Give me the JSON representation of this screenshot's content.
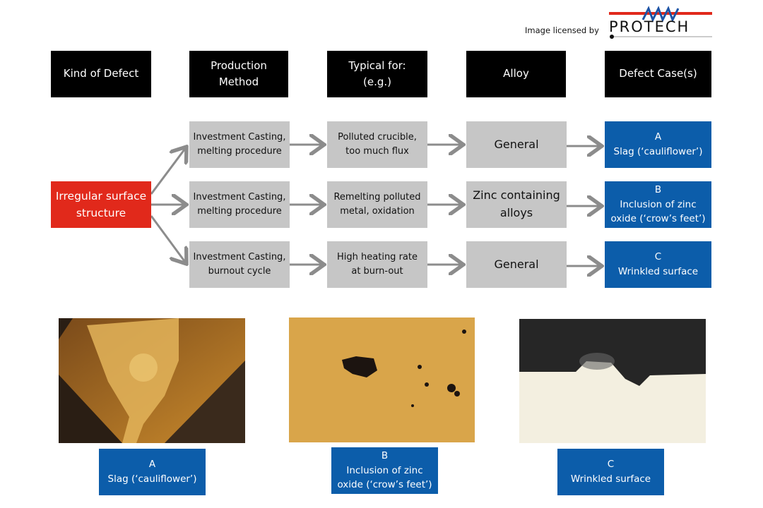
{
  "license": {
    "text": "Image licensed by",
    "logo": "PROTECH"
  },
  "headers": [
    "Kind of Defect",
    "Production\nMethod",
    "Typical for:\n(e.g.)",
    "Alloy",
    "Defect Case(s)"
  ],
  "defect": "Irregular surface structure",
  "rows": [
    {
      "method": "Investment Casting, melting procedure",
      "typical": "Polluted crucible, too much flux",
      "alloy": "General",
      "case_letter": "A",
      "case": "Slag (‘cauliflower’)"
    },
    {
      "method": "Investment Casting, melting procedure",
      "typical": "Remelting polluted metal, oxidation",
      "alloy": "Zinc containing alloys",
      "case_letter": "B",
      "case": "Inclusion of zinc oxide (‘crow’s feet’)"
    },
    {
      "method": "Investment Casting, burnout cycle",
      "typical": "High heating rate at burn-out",
      "alloy": "General",
      "case_letter": "C",
      "case": "Wrinkled surface"
    }
  ],
  "captions": [
    {
      "letter": "A",
      "text": "Slag (‘cauliflower’)"
    },
    {
      "letter": "B",
      "text": "Inclusion of zinc oxide (‘crow’s feet’)"
    },
    {
      "letter": "C",
      "text": "Wrinkled surface"
    }
  ],
  "colors": {
    "red": "#e1291b",
    "blue": "#0c5daa",
    "gray": "#c6c6c6",
    "arrow": "#8c8c8c"
  }
}
